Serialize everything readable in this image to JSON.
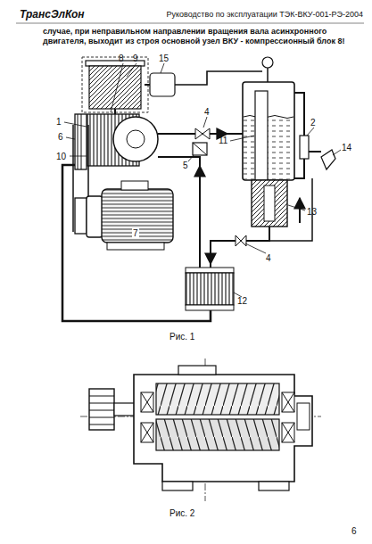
{
  "diagram": {
    "labels": [
      "ТрансЭлКон",
      "Руководство по эксплуатации ТЭК-ВКУ-001-РЭ-2004",
      "случае, при неправильном направлении вращения вала асинхронного двигателя, выходит из строя основной узел ВКУ - компрессионный блок 8!",
      "8",
      "9",
      "15",
      "1",
      "6",
      "10",
      "4",
      "11",
      "2",
      "14",
      "5",
      "13",
      "7",
      "4",
      "12",
      "Рис. 1",
      "Рис. 2",
      "6"
    ]
  }
}
